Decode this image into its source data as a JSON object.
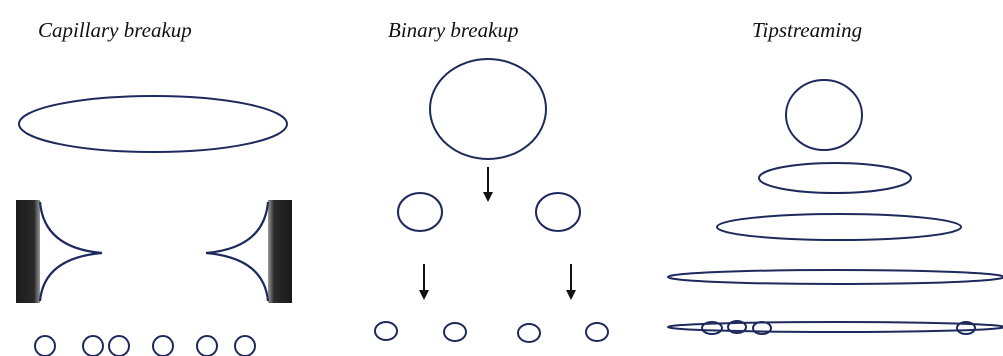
{
  "panels": [
    {
      "title": "Capillary breakup"
    },
    {
      "title": "Binary breakup"
    },
    {
      "title": "Tipstreaming"
    }
  ],
  "colors": {
    "outline": "#1f2a5c",
    "arrow": "#111111",
    "wall_dark": "#1a1a1a",
    "wall_light": "#9a9a9a"
  }
}
